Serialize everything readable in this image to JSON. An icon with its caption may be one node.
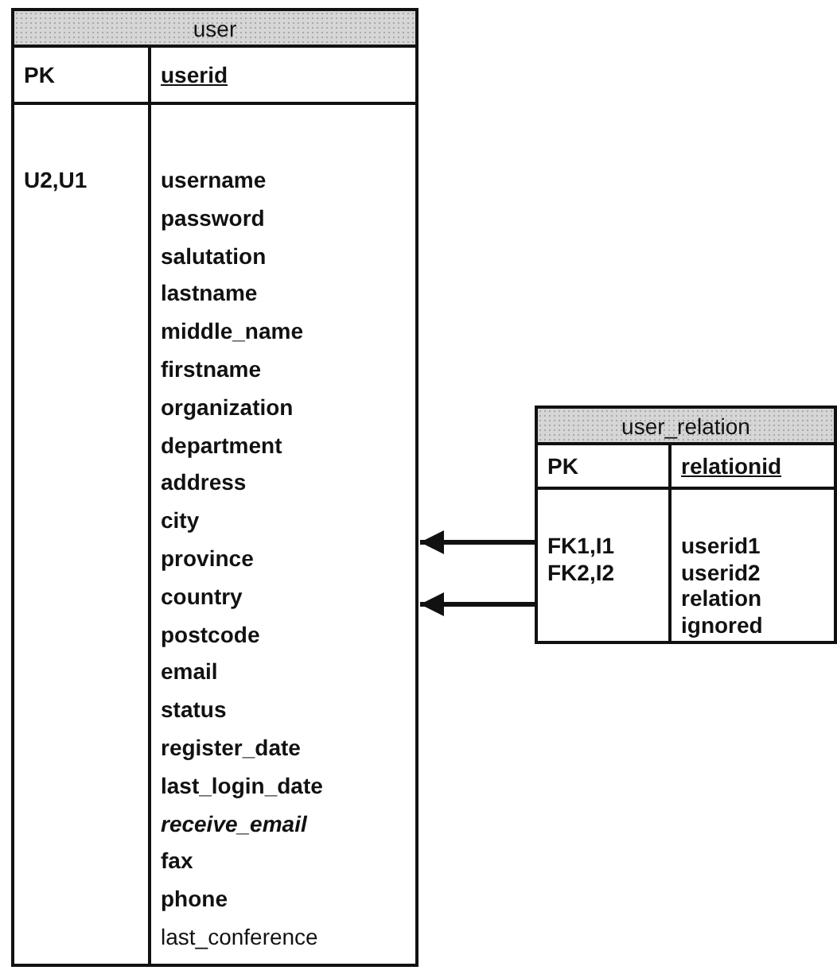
{
  "diagram": {
    "nodes": [
      {
        "text": [
          "user",
          "PK",
          "userid",
          "U2,U1",
          "username",
          "password",
          "salutation",
          "lastname",
          "middle_name",
          "firstname",
          "organization",
          "department",
          "address",
          "city",
          "province",
          "country",
          "postcode",
          "email",
          "status",
          "register_date",
          "last_login_date",
          "receive_email",
          "fax",
          "phone",
          "last_conference"
        ]
      },
      {
        "text": [
          "user_relation",
          "PK",
          "relationid",
          "FK1,I1",
          "FK2,I2",
          "userid1",
          "userid2",
          "relation",
          "ignored"
        ]
      }
    ],
    "edges": [
      {
        "from": 1,
        "to": 0,
        "arrow": "to"
      },
      {
        "from": 1,
        "to": 0,
        "arrow": "to"
      }
    ]
  }
}
